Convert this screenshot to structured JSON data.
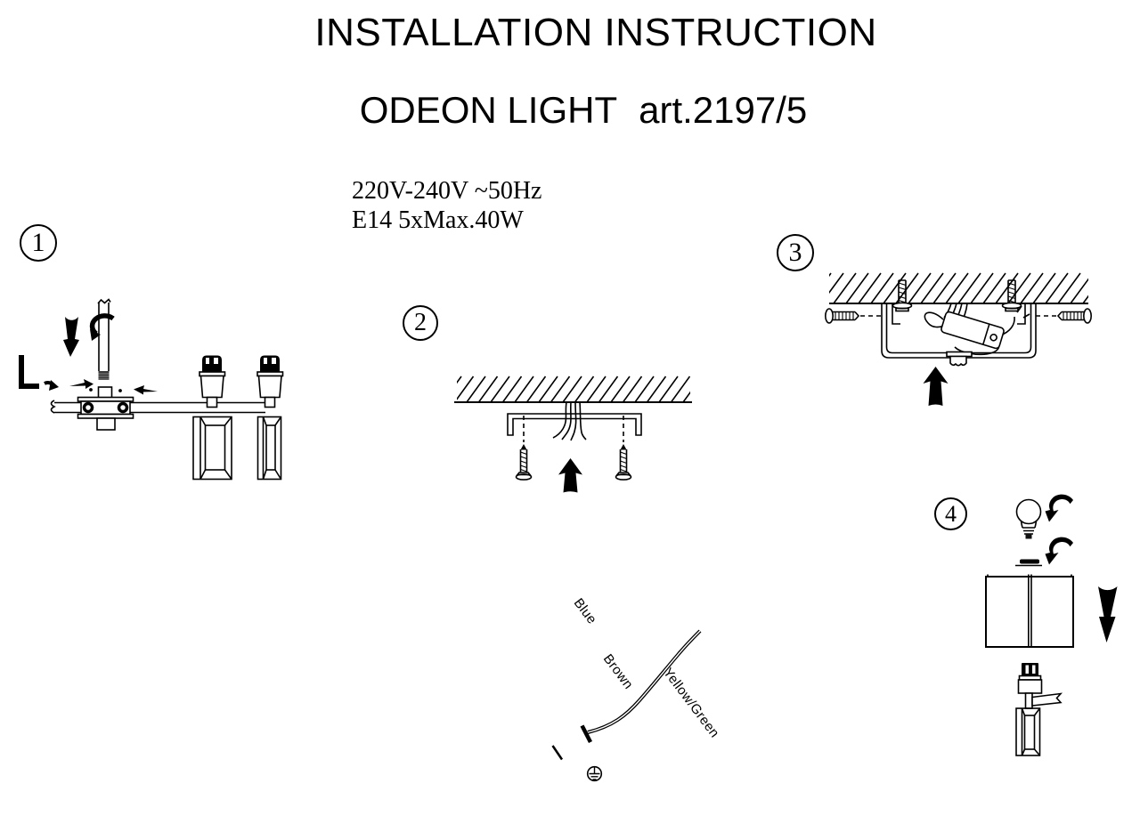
{
  "document": {
    "title": "INSTALLATION INSTRUCTION",
    "brand": "ODEON LIGHT",
    "article": "art.2197/5",
    "specs": [
      "220V-240V ~50Hz",
      "E14 5xMax.40W"
    ]
  },
  "steps": [
    {
      "number": "1"
    },
    {
      "number": "2"
    },
    {
      "number": "3"
    },
    {
      "number": "4"
    }
  ],
  "wiring": {
    "labels": [
      "Blue",
      "Brown",
      "Yellow/Green"
    ]
  },
  "colors": {
    "paper": "#ffffff",
    "ink": "#000000"
  }
}
